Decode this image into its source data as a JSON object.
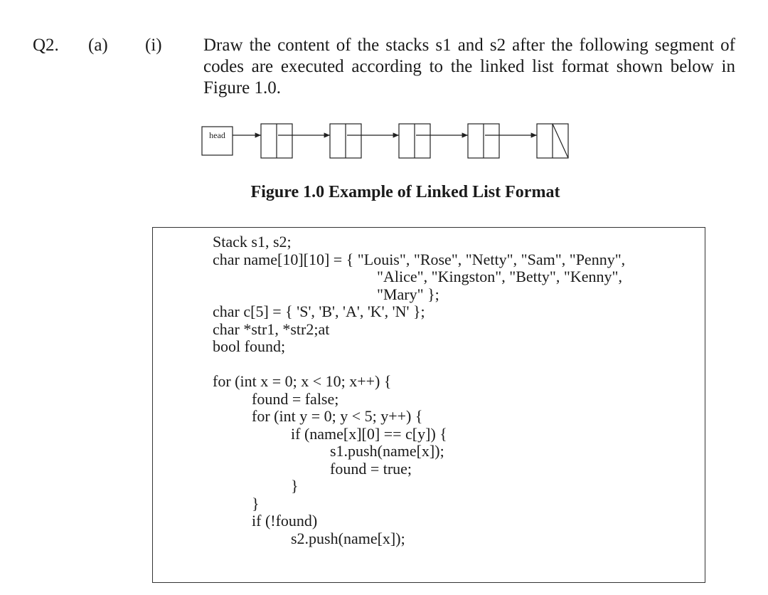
{
  "question": {
    "number": "Q2.",
    "part": "(a)",
    "subpart": "(i)",
    "text_lines": [
      "Draw the content of the stacks s1 and s2 after the following segment of",
      "codes are executed according to the linked list format shown below in",
      "Figure 1.0."
    ]
  },
  "figure": {
    "head_label": "head",
    "node_count": 5,
    "caption": "Figure 1.0 Example of Linked List Format"
  },
  "code": {
    "lines": [
      "Stack s1, s2;",
      "char name[10][10] = { \"Louis\", \"Rose\", \"Netty\", \"Sam\", \"Penny\",",
      "                                          \"Alice\", \"Kingston\", \"Betty\", \"Kenny\",",
      "                                          \"Mary\" };",
      "char c[5] = { 'S', 'B', 'A', 'K', 'N' };",
      "char *str1, *str2;at",
      "bool found;",
      "",
      "for (int x = 0; x < 10; x++) {",
      "          found = false;",
      "          for (int y = 0; y < 5; y++) {",
      "                    if (name[x][0] == c[y]) {",
      "                              s1.push(name[x]);",
      "                              found = true;",
      "                    }",
      "          }",
      "          if (!found)",
      "                    s2.push(name[x]);"
    ]
  }
}
